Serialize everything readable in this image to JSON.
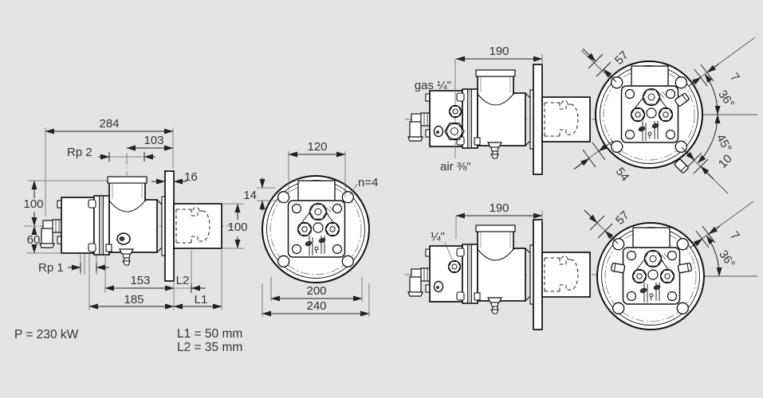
{
  "colors": {
    "background": "#e4e4e4",
    "line": "#111111",
    "text": "#333333",
    "dim_line": "#222222"
  },
  "notes": {
    "power": "P = 230 kW",
    "l1": "L1 = 50 mm",
    "l2": "L2 = 35 mm"
  },
  "left_view": {
    "overall": "284",
    "rp2": "Rp 2",
    "pipe_to_flange": "103",
    "flange_thk": "16",
    "above_axis": "100",
    "below_axis": "60",
    "rp1": "Rp 1",
    "len_153": "153",
    "l2": "L2",
    "len_185": "185",
    "l1": "L1",
    "tube_h": "100"
  },
  "front_view": {
    "plate_w": "120",
    "hole_off": "14",
    "holes": "n=4",
    "bolt_circle": "200",
    "outer_d": "240"
  },
  "variant_b_side": {
    "len": "190",
    "gas": "gas ¼\"",
    "air": "air ⅜\""
  },
  "variant_b_front": {
    "d57": "57",
    "d7": "7",
    "a36": "36°",
    "a45": "45°",
    "d10": "10",
    "d54": "54"
  },
  "variant_c_side": {
    "len": "190",
    "port": "¼\""
  },
  "variant_c_front": {
    "d57": "57",
    "d7": "7",
    "a36": "36°"
  }
}
